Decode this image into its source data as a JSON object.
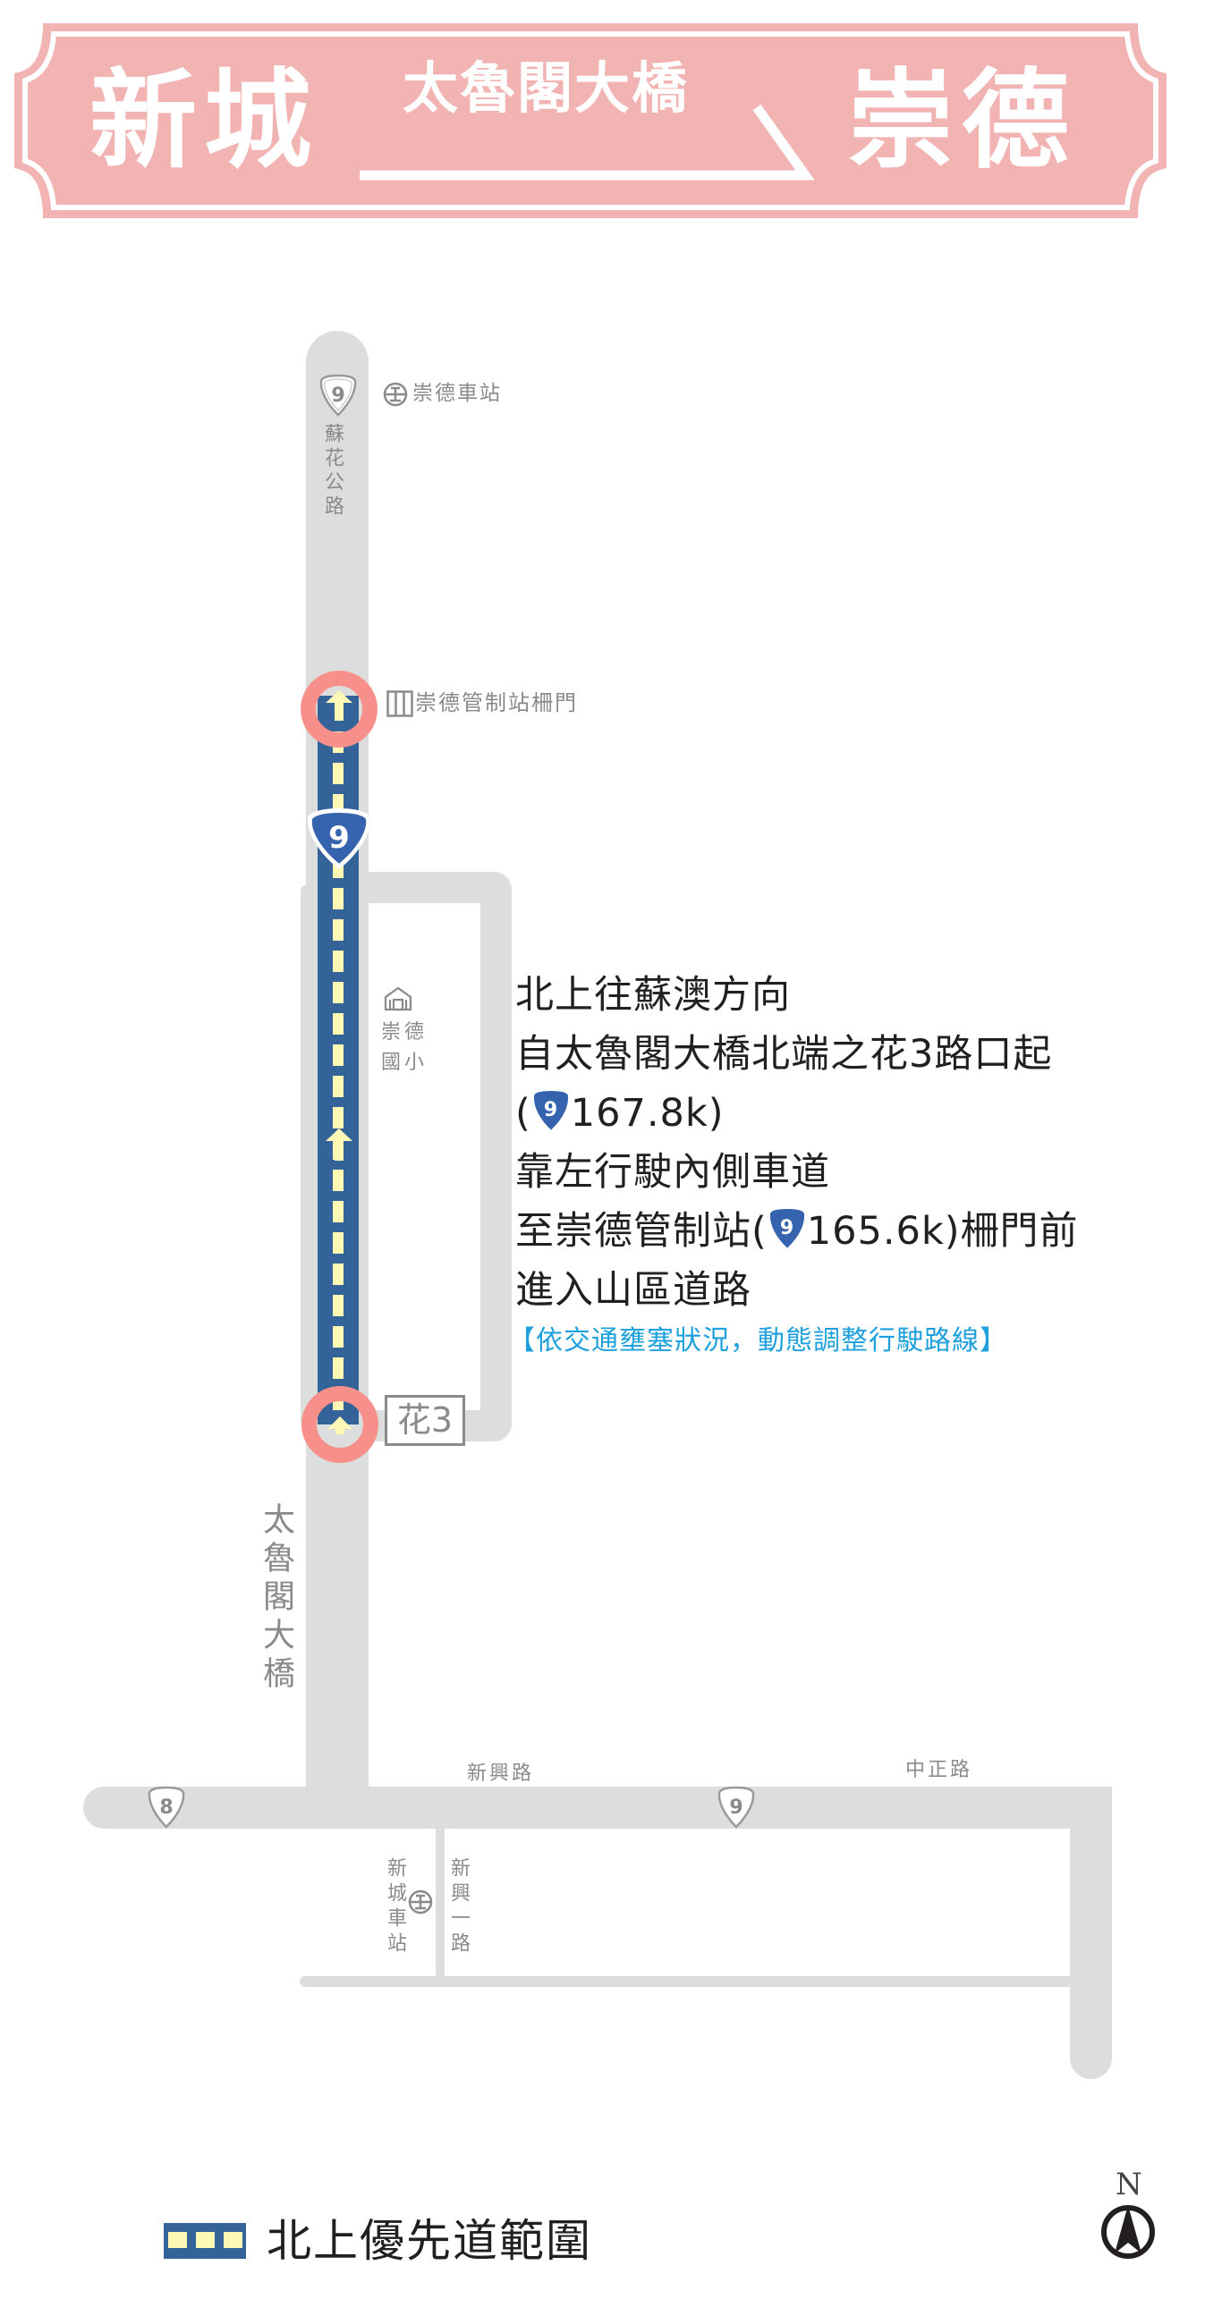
{
  "banner": {
    "from": "新城",
    "bridge": "太魯閣大橋",
    "to": "崇德",
    "background_color": "#f2b3b3"
  },
  "map": {
    "road_color": "#dcdddd",
    "priority_lane_color": "#336399",
    "lane_dash_color": "#fff8b5",
    "marker_ring_color": "#f7908a",
    "labels": {
      "suhua_shield": "9",
      "suhua_road": "蘇花公路",
      "chongde_station": "崇德車站",
      "chongde_gate": "崇德管制站柵門",
      "main_shield": "9",
      "school": "崇德國小",
      "hua3": "花3",
      "bridge": "太魯閣大橋",
      "xinxing_road": "新興路",
      "zhongzheng_road": "中正路",
      "shield_8": "8",
      "shield_9_bottom": "9",
      "xincheng_station": "新城車站",
      "xinxing_1st_road": "新興一路"
    }
  },
  "instructions": {
    "line1": "北上往蘇澳方向",
    "line2": "自太魯閣大橋北端之花3路口起",
    "line3_open": "(",
    "line3_km": "167.8k)",
    "line4": "靠左行駛內側車道",
    "line5_pre": "至崇德管制站(",
    "line5_km": "165.6k)柵門前",
    "line6": "進入山區道路",
    "note": "【依交通壅塞狀況，動態調整行駛路線】",
    "note_color": "#1ea0dc",
    "shield_number": "9"
  },
  "legend": {
    "label": "北上優先道範圍"
  },
  "compass": {
    "label": "N"
  }
}
